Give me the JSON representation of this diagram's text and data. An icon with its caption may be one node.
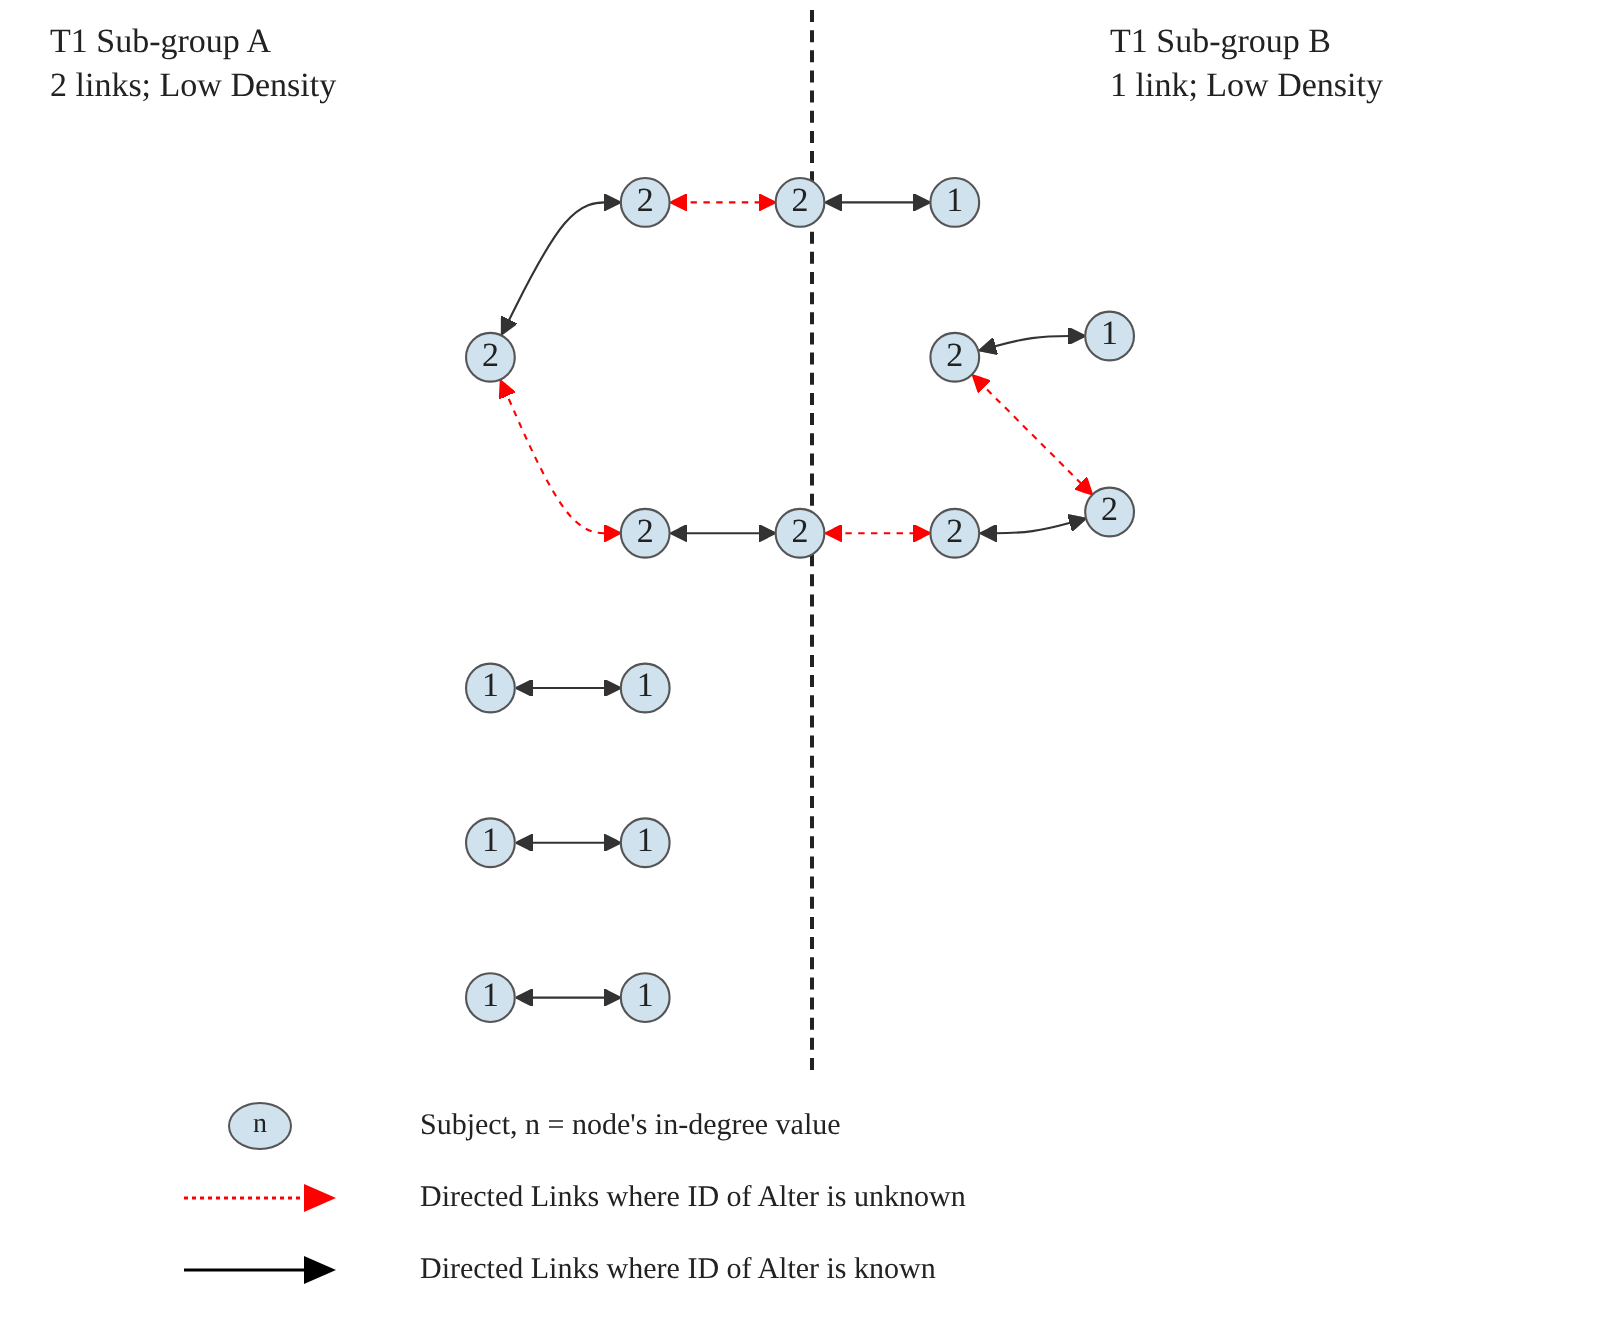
{
  "diagram": {
    "nodes": [
      {
        "text": [
          "2"
        ]
      },
      {
        "text": [
          "2"
        ]
      },
      {
        "text": [
          "1"
        ]
      },
      {
        "text": [
          "1"
        ]
      },
      {
        "text": [
          "2"
        ]
      },
      {
        "text": [
          "2"
        ]
      },
      {
        "text": [
          "1"
        ]
      },
      {
        "text": [
          "1"
        ]
      },
      {
        "text": [
          "2"
        ]
      },
      {
        "text": [
          "2"
        ]
      },
      {
        "text": [
          "1"
        ]
      },
      {
        "text": [
          "1"
        ]
      },
      {
        "text": [
          "2"
        ]
      },
      {
        "text": [
          "2"
        ]
      },
      {
        "text": [
          "1"
        ]
      },
      {
        "text": [
          "1"
        ]
      }
    ],
    "edges": [
      {
        "from": 0,
        "to": 1,
        "arrow": "both"
      },
      {
        "from": 0,
        "to": 4,
        "arrow": "both",
        "style": "dashed",
        "color": "#ff0000"
      },
      {
        "from": 1,
        "to": 5,
        "arrow": "both",
        "style": "dashed",
        "color": "#ff0000"
      },
      {
        "from": 2,
        "to": 3,
        "arrow": "both"
      },
      {
        "from": 5,
        "to": 6,
        "arrow": "both"
      },
      {
        "from": 4,
        "to": 8,
        "arrow": "both"
      },
      {
        "from": 11,
        "to": 7,
        "arrow": "both"
      },
      {
        "from": 9,
        "to": 10,
        "arrow": "both"
      },
      {
        "from": 8,
        "to": 12,
        "arrow": "both",
        "style": "dashed",
        "color": "#ff0000"
      },
      {
        "from": 9,
        "to": 13,
        "arrow": "both",
        "style": "dashed",
        "color": "#ff0000"
      },
      {
        "from": 12,
        "to": 13,
        "arrow": "both"
      },
      {
        "from": 14,
        "to": 15,
        "arrow": "both"
      }
    ],
    "labels": [
      "T1 Sub-group A",
      "2 links; Low Density",
      "T1 Sub-group B",
      "1 link; Low Density",
      "n"
    ],
    "legend": [
      {
        "text": "Subject, n = node's in-degree value"
      },
      {
        "text": "Directed Links where ID of Alter is unknown"
      },
      {
        "text": "Directed Links where ID of Alter is known"
      }
    ]
  }
}
